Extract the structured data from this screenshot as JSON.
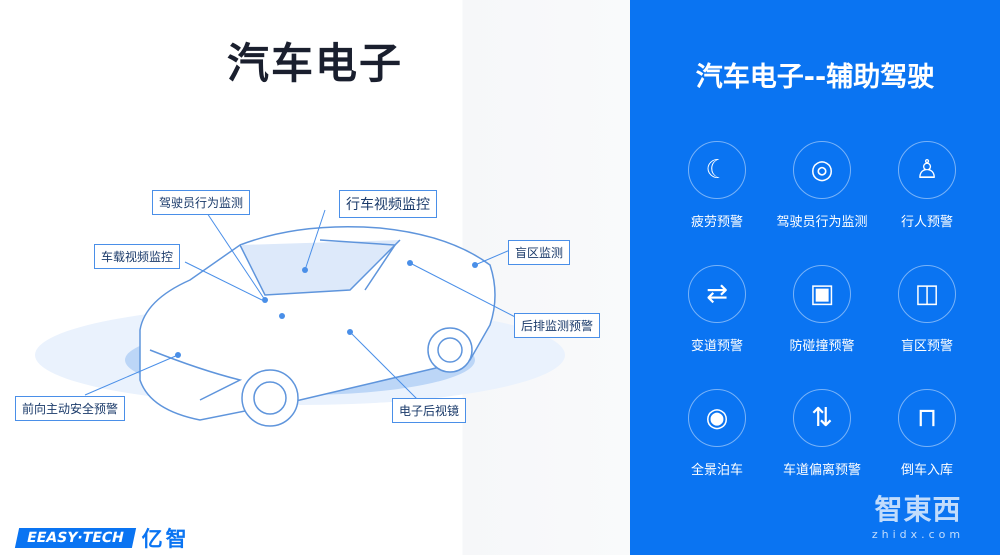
{
  "left": {
    "title": "汽车电子",
    "labels": [
      "驾驶员行为监测",
      "行车视频监控",
      "车载视频监控",
      "盲区监测",
      "后排监测预警",
      "前向主动安全预警",
      "电子后视镜"
    ]
  },
  "right": {
    "title": "汽车电子--辅助驾驶",
    "features": [
      {
        "label": "疲劳预警",
        "icon": "fatigue-icon"
      },
      {
        "label": "驾驶员行为监测",
        "icon": "driver-monitor-icon"
      },
      {
        "label": "行人预警",
        "icon": "pedestrian-icon"
      },
      {
        "label": "变道预警",
        "icon": "lane-change-icon"
      },
      {
        "label": "防碰撞预警",
        "icon": "collision-icon"
      },
      {
        "label": "盲区预警",
        "icon": "blind-spot-icon"
      },
      {
        "label": "全景泊车",
        "icon": "panoramic-parking-icon"
      },
      {
        "label": "车道偏离预警",
        "icon": "lane-departure-icon"
      },
      {
        "label": "倒车入库",
        "icon": "reverse-parking-icon"
      }
    ]
  },
  "logo": {
    "en": "EEASY·TECH",
    "cn": "亿智"
  },
  "watermark": {
    "cn": "智東西",
    "url": "zhidx.com"
  },
  "colors": {
    "accent": "#0a74f2"
  }
}
